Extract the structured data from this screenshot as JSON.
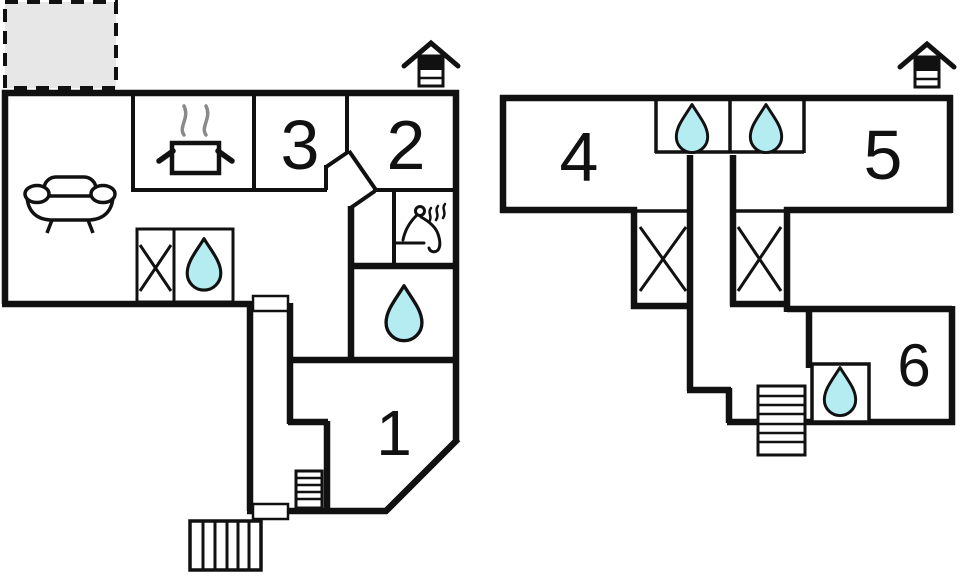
{
  "floorplan": {
    "description": "Two-storey holiday house floor plan, left drawing ground floor, right drawing upper floor",
    "colors": {
      "wall": "#111111",
      "water_drop": "#b5ecf2",
      "annex_fill": "#e7e7e7",
      "steam": "#8a8a8a",
      "background": "#ffffff"
    },
    "labels": {
      "room1": "1",
      "room2": "2",
      "room3": "3",
      "room4": "4",
      "room5": "5",
      "room6": "6"
    },
    "ground_floor": {
      "rooms": [
        {
          "name": "living-room",
          "icon": "sofa-icon"
        },
        {
          "name": "kitchen",
          "icon": "cooking-pot-icon"
        },
        {
          "name": "bedroom-3",
          "label_ref": "room3"
        },
        {
          "name": "bedroom-2",
          "label_ref": "room2"
        },
        {
          "name": "sauna",
          "icon": "sauna-icon"
        },
        {
          "name": "shower-room",
          "icon": "water-drop-icon"
        },
        {
          "name": "bathroom",
          "icon": "water-drop-icon"
        },
        {
          "name": "wardrobe",
          "icon": "wardrobe-x-icon"
        },
        {
          "name": "bedroom-1",
          "label_ref": "room1"
        }
      ],
      "features": [
        "dashed-annex-area",
        "chimney-icon",
        "indoor-staircase",
        "door-markers",
        "terrace-steps"
      ]
    },
    "upper_floor": {
      "rooms": [
        {
          "name": "bedroom-4",
          "label_ref": "room4"
        },
        {
          "name": "bedroom-5",
          "label_ref": "room5"
        },
        {
          "name": "bedroom-6",
          "label_ref": "room6"
        },
        {
          "name": "bathroom-left",
          "icon": "water-drop-icon"
        },
        {
          "name": "bathroom-right",
          "icon": "water-drop-icon"
        },
        {
          "name": "bathroom-6",
          "icon": "water-drop-icon"
        },
        {
          "name": "wardrobe-left",
          "icon": "wardrobe-x-icon"
        },
        {
          "name": "wardrobe-right",
          "icon": "wardrobe-x-icon"
        }
      ],
      "features": [
        "chimney-icon",
        "entry-staircase"
      ]
    }
  }
}
